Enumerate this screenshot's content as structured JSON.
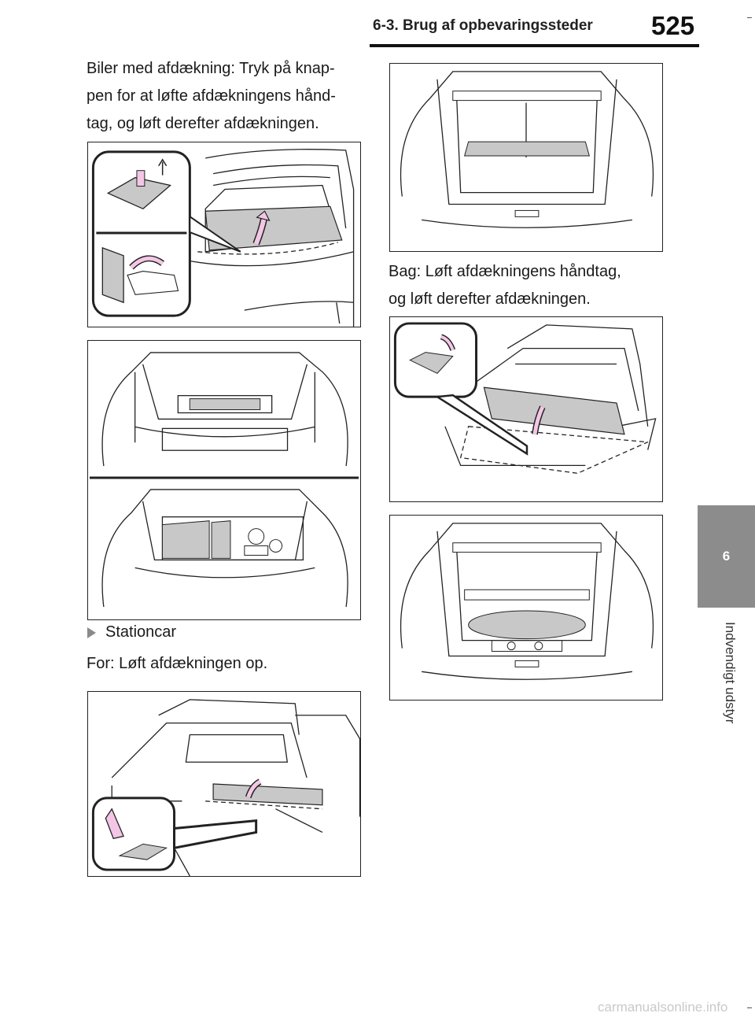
{
  "header": {
    "section_title": "6-3. Brug af opbevaringssteder",
    "page_number": "525"
  },
  "side_tab": {
    "chapter_number": "6",
    "chapter_label": "Indvendigt udstyr"
  },
  "text": {
    "intro_line1": "Biler med afdækning: Tryk på knap-",
    "intro_line2": "pen for at løfte afdækningens hånd-",
    "intro_line3": "tag, og løft derefter afdækningen.",
    "bullet_stationcar": "Stationcar",
    "front_instruction": "For: Løft afdækningen op.",
    "rear_line1": "Bag: Løft afdækningens håndtag,",
    "rear_line2": "og løft derefter afdækningen."
  },
  "watermark": "carmanualsonline.info",
  "colors": {
    "tab_gray": "#8c8c8c",
    "arrow_pink": "#f4c6e6",
    "highlight_gray": "#c8c8c8"
  }
}
